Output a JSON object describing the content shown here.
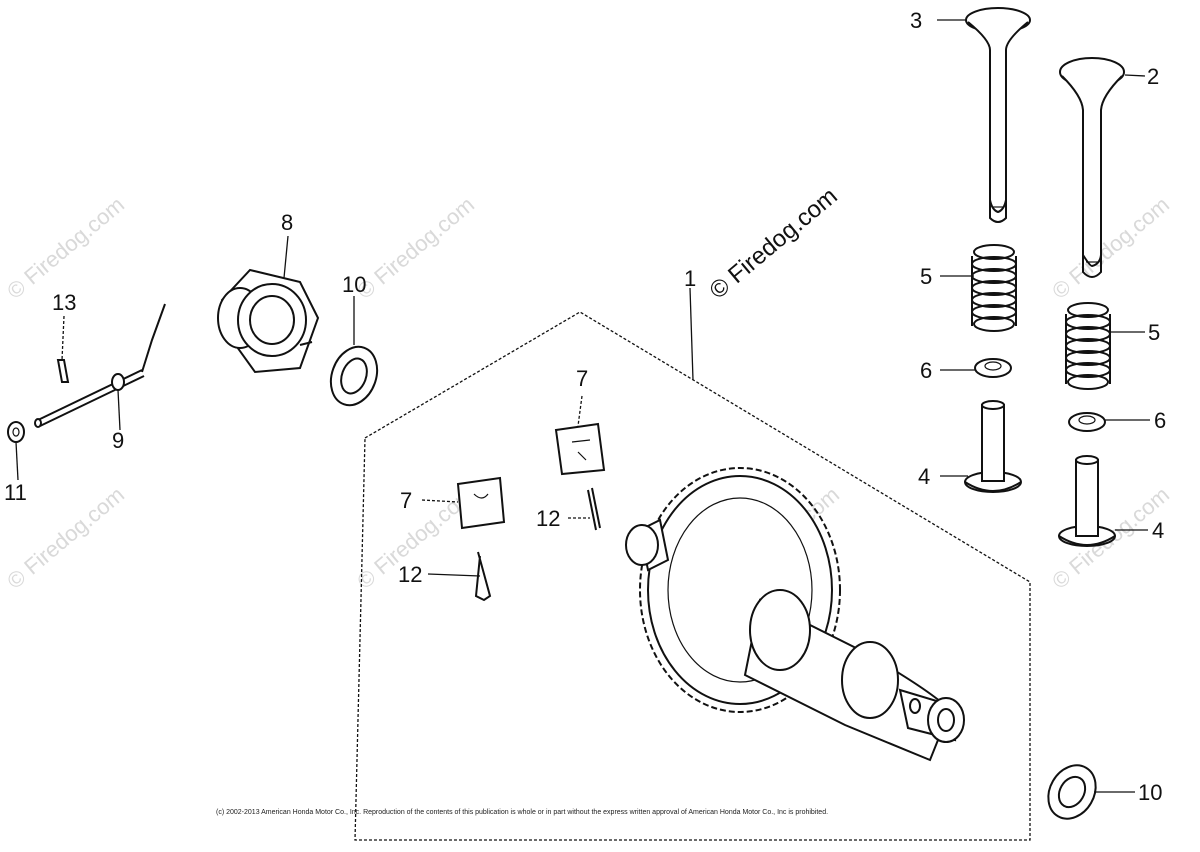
{
  "diagram": {
    "callouts": {
      "c1": "1",
      "c2": "2",
      "c3": "3",
      "c4a": "4",
      "c4b": "4",
      "c5a": "5",
      "c5b": "5",
      "c6a": "6",
      "c6b": "6",
      "c7a": "7",
      "c7b": "7",
      "c8": "8",
      "c9": "9",
      "c10a": "10",
      "c10b": "10",
      "c11": "11",
      "c12a": "12",
      "c12b": "12",
      "c13": "13"
    },
    "watermark_main": "© Firedog.com",
    "watermark_faint": "© Firedog.com",
    "copyright": "(c) 2002-2013 American Honda Motor Co., Inc. Reproduction of the contents of this publication is whole or in part without the express written approval of American Honda Motor Co., Inc is prohibited."
  }
}
